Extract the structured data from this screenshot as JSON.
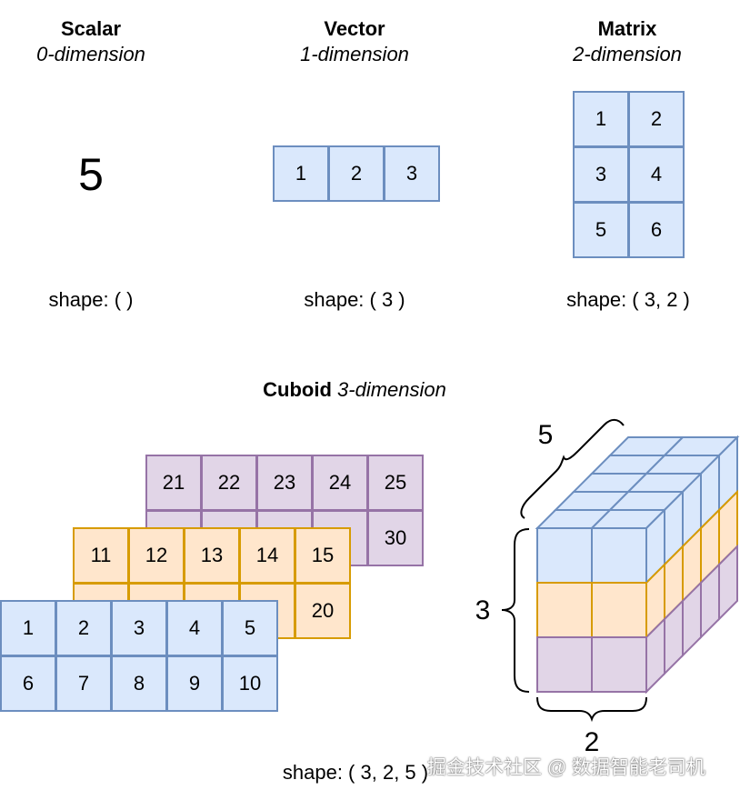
{
  "scalar": {
    "title": "Scalar",
    "subtitle": "0-dimension",
    "value": "5",
    "shape": "shape: ( )"
  },
  "vector": {
    "title": "Vector",
    "subtitle": "1-dimension",
    "values": [
      "1",
      "2",
      "3"
    ],
    "shape": "shape: ( 3 )"
  },
  "matrix": {
    "title": "Matrix",
    "subtitle": "2-dimension",
    "values": [
      "1",
      "2",
      "3",
      "4",
      "5",
      "6"
    ],
    "shape": "shape: ( 3, 2 )"
  },
  "cuboid": {
    "title": "Cuboid",
    "subtitle": "3-dimension",
    "back_layer": [
      "21",
      "22",
      "23",
      "24",
      "25",
      "",
      "",
      "",
      "",
      "30"
    ],
    "middle_layer": [
      "11",
      "12",
      "13",
      "14",
      "15",
      "",
      "",
      "",
      "",
      "20"
    ],
    "front_layer": [
      "1",
      "2",
      "3",
      "4",
      "5",
      "6",
      "7",
      "8",
      "9",
      "10"
    ],
    "shape": "shape: ( 3, 2, 5 )",
    "depth_label": "5",
    "height_label": "3",
    "width_label": "2",
    "colors": {
      "blue_fill": "#dae8fc",
      "blue_stroke": "#6c8ebf",
      "orange_fill": "#ffe6cc",
      "orange_stroke": "#d79b00",
      "purple_fill": "#e1d5e7",
      "purple_stroke": "#9673a6"
    }
  },
  "watermark": "掘金技术社区 @ 数据智能老司机"
}
